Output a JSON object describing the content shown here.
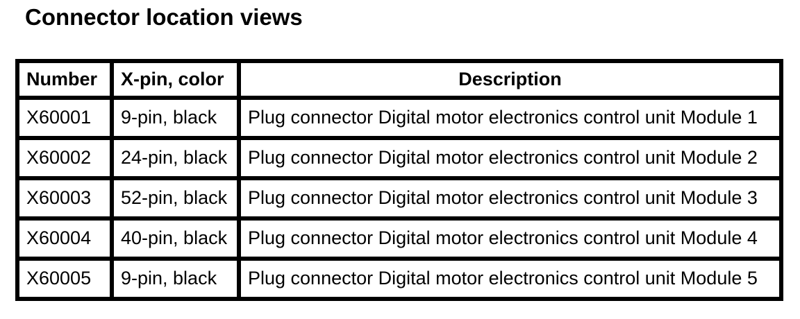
{
  "page": {
    "title": "Connector location views"
  },
  "table": {
    "columns": [
      {
        "label": "Number"
      },
      {
        "label": "X-pin, color"
      },
      {
        "label": "Description"
      }
    ],
    "rows": [
      {
        "number": "X60001",
        "pin_color": "9-pin, black",
        "description": "Plug connector Digital motor electronics control unit Module 1"
      },
      {
        "number": "X60002",
        "pin_color": "24-pin, black",
        "description": "Plug connector Digital motor electronics control unit Module 2"
      },
      {
        "number": "X60003",
        "pin_color": "52-pin, black",
        "description": "Plug connector Digital motor electronics control unit Module 3"
      },
      {
        "number": "X60004",
        "pin_color": "40-pin, black",
        "description": "Plug connector Digital motor electronics control unit Module 4"
      },
      {
        "number": "X60005",
        "pin_color": "9-pin, black",
        "description": "Plug connector Digital motor electronics control unit Module 5"
      }
    ]
  },
  "colors": {
    "text": "#000000",
    "border": "#000000",
    "background": "#ffffff"
  }
}
